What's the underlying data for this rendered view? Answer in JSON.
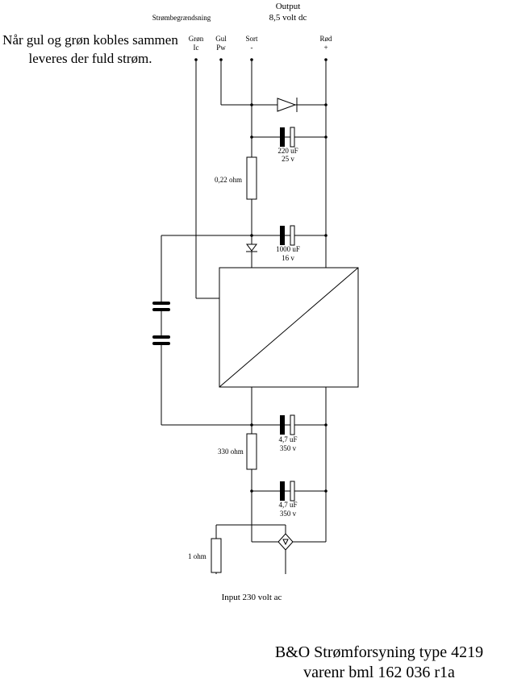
{
  "labels": {
    "current_limit": "Strømbegrændsning",
    "output": "Output",
    "output_voltage": "8,5 volt dc",
    "note_line1": "Når gul og grøn kobles sammen",
    "note_line2": "leveres der fuld strøm.",
    "input": "Input 230 volt ac",
    "footer_line1": "B&O Strømforsyning type 4219",
    "footer_line2": "varenr bml 162 036 r1a"
  },
  "terminals": [
    {
      "name": "Grøn",
      "sub": "Ic"
    },
    {
      "name": "Gul",
      "sub": "Pw"
    },
    {
      "name": "Sort",
      "sub": "-"
    },
    {
      "name": "Rød",
      "sub": "+"
    }
  ],
  "components": {
    "c_top_value": "220 uF",
    "c_top_voltage": "25 v",
    "r_sense": "0,22 ohm",
    "c_mid_value": "1000 uF",
    "c_mid_voltage": "16 v",
    "c_hv1_value": "4,7 uF",
    "c_hv1_voltage": "350 v",
    "r_330": "330 ohm",
    "c_hv2_value": "4,7 uF",
    "c_hv2_voltage": "350 v",
    "r_1ohm": "1 ohm"
  }
}
